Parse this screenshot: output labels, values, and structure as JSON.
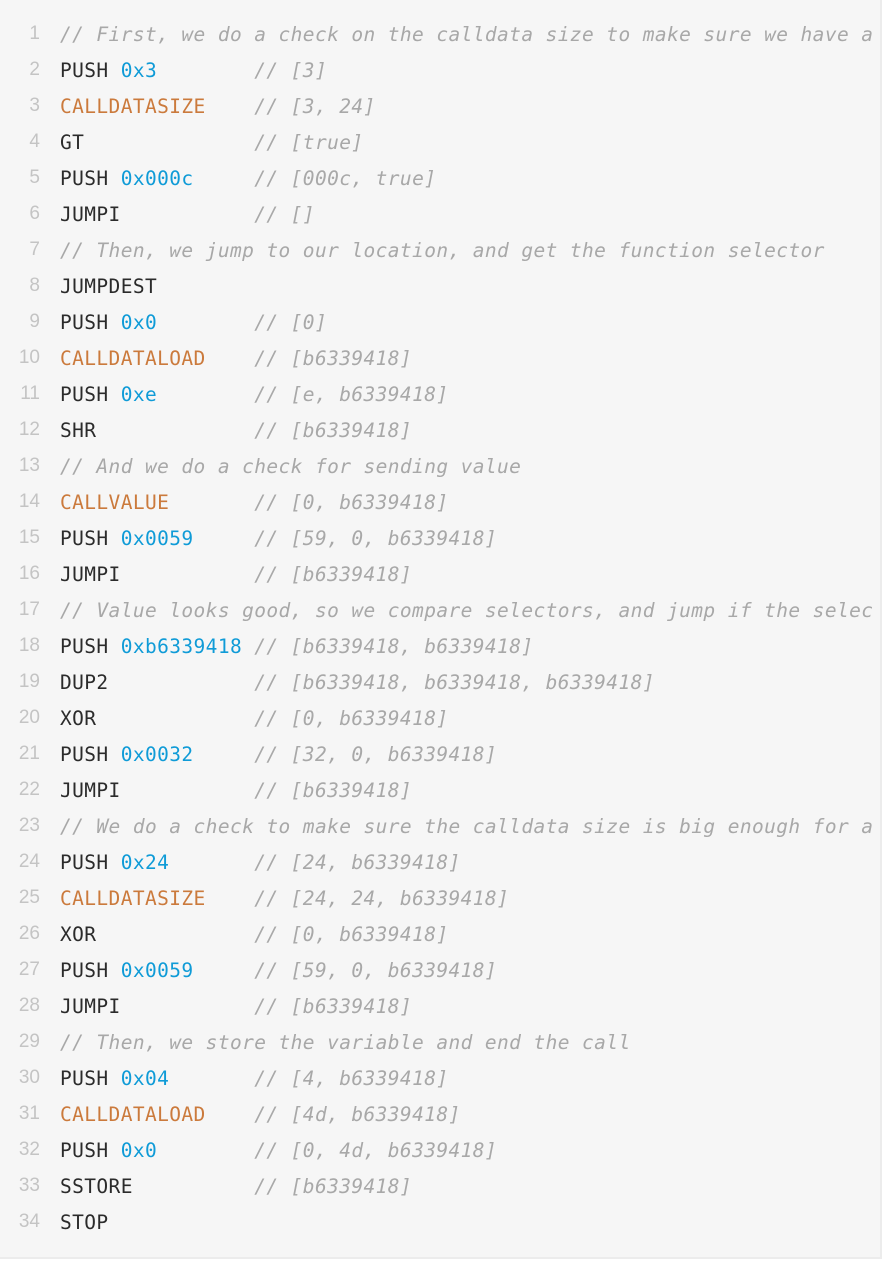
{
  "colors": {
    "background": "#f6f6f6",
    "line_number": "#c4c4c4",
    "opcode": "#2b2b2b",
    "env_opcode": "#cb7a3c",
    "hex_literal": "#0f9bd7",
    "comment": "#a8a8a8"
  },
  "lines": [
    {
      "n": "1",
      "op": "",
      "arg": "",
      "comment": "// First, we do a check on the calldata size to make sure we have a",
      "kw": false
    },
    {
      "n": "2",
      "op": "PUSH",
      "arg": "0x3",
      "comment": "// [3]",
      "kw": false
    },
    {
      "n": "3",
      "op": "CALLDATASIZE",
      "arg": "",
      "comment": "// [3, 24]",
      "kw": true
    },
    {
      "n": "4",
      "op": "GT",
      "arg": "",
      "comment": "// [true]",
      "kw": false
    },
    {
      "n": "5",
      "op": "PUSH",
      "arg": "0x000c",
      "comment": "// [000c, true]",
      "kw": false
    },
    {
      "n": "6",
      "op": "JUMPI",
      "arg": "",
      "comment": "// []",
      "kw": false
    },
    {
      "n": "7",
      "op": "",
      "arg": "",
      "comment": "// Then, we jump to our location, and get the function selector",
      "kw": false
    },
    {
      "n": "8",
      "op": "JUMPDEST",
      "arg": "",
      "comment": "",
      "kw": false
    },
    {
      "n": "9",
      "op": "PUSH",
      "arg": "0x0",
      "comment": "// [0]",
      "kw": false
    },
    {
      "n": "10",
      "op": "CALLDATALOAD",
      "arg": "",
      "comment": "// [b6339418]",
      "kw": true
    },
    {
      "n": "11",
      "op": "PUSH",
      "arg": "0xe",
      "comment": "// [e, b6339418]",
      "kw": false
    },
    {
      "n": "12",
      "op": "SHR",
      "arg": "",
      "comment": "// [b6339418]",
      "kw": false
    },
    {
      "n": "13",
      "op": "",
      "arg": "",
      "comment": "// And we do a check for sending value",
      "kw": false
    },
    {
      "n": "14",
      "op": "CALLVALUE",
      "arg": "",
      "comment": "// [0, b6339418]",
      "kw": true
    },
    {
      "n": "15",
      "op": "PUSH",
      "arg": "0x0059",
      "comment": "// [59, 0, b6339418]",
      "kw": false
    },
    {
      "n": "16",
      "op": "JUMPI",
      "arg": "",
      "comment": "// [b6339418]",
      "kw": false
    },
    {
      "n": "17",
      "op": "",
      "arg": "",
      "comment": "// Value looks good, so we compare selectors, and jump if the selec",
      "kw": false
    },
    {
      "n": "18",
      "op": "PUSH",
      "arg": "0xb6339418",
      "comment": "// [b6339418, b6339418]",
      "kw": false
    },
    {
      "n": "19",
      "op": "DUP2",
      "arg": "",
      "comment": "// [b6339418, b6339418, b6339418]",
      "kw": false
    },
    {
      "n": "20",
      "op": "XOR",
      "arg": "",
      "comment": "// [0, b6339418]",
      "kw": false
    },
    {
      "n": "21",
      "op": "PUSH",
      "arg": "0x0032",
      "comment": "// [32, 0, b6339418]",
      "kw": false
    },
    {
      "n": "22",
      "op": "JUMPI",
      "arg": "",
      "comment": "// [b6339418]",
      "kw": false
    },
    {
      "n": "23",
      "op": "",
      "arg": "",
      "comment": "// We do a check to make sure the calldata size is big enough for a",
      "kw": false
    },
    {
      "n": "24",
      "op": "PUSH",
      "arg": "0x24",
      "comment": "// [24, b6339418]",
      "kw": false
    },
    {
      "n": "25",
      "op": "CALLDATASIZE",
      "arg": "",
      "comment": "// [24, 24, b6339418]",
      "kw": true
    },
    {
      "n": "26",
      "op": "XOR",
      "arg": "",
      "comment": "// [0, b6339418]",
      "kw": false
    },
    {
      "n": "27",
      "op": "PUSH",
      "arg": "0x0059",
      "comment": "// [59, 0, b6339418]",
      "kw": false
    },
    {
      "n": "28",
      "op": "JUMPI",
      "arg": "",
      "comment": "// [b6339418]",
      "kw": false
    },
    {
      "n": "29",
      "op": "",
      "arg": "",
      "comment": "// Then, we store the variable and end the call",
      "kw": false
    },
    {
      "n": "30",
      "op": "PUSH",
      "arg": "0x04",
      "comment": "// [4, b6339418]",
      "kw": false
    },
    {
      "n": "31",
      "op": "CALLDATALOAD",
      "arg": "",
      "comment": "// [4d, b6339418]",
      "kw": true
    },
    {
      "n": "32",
      "op": "PUSH",
      "arg": "0x0",
      "comment": "// [0, 4d, b6339418]",
      "kw": false
    },
    {
      "n": "33",
      "op": "SSTORE",
      "arg": "",
      "comment": "// [b6339418]",
      "kw": false
    },
    {
      "n": "34",
      "op": "STOP",
      "arg": "",
      "comment": "",
      "kw": false
    }
  ]
}
